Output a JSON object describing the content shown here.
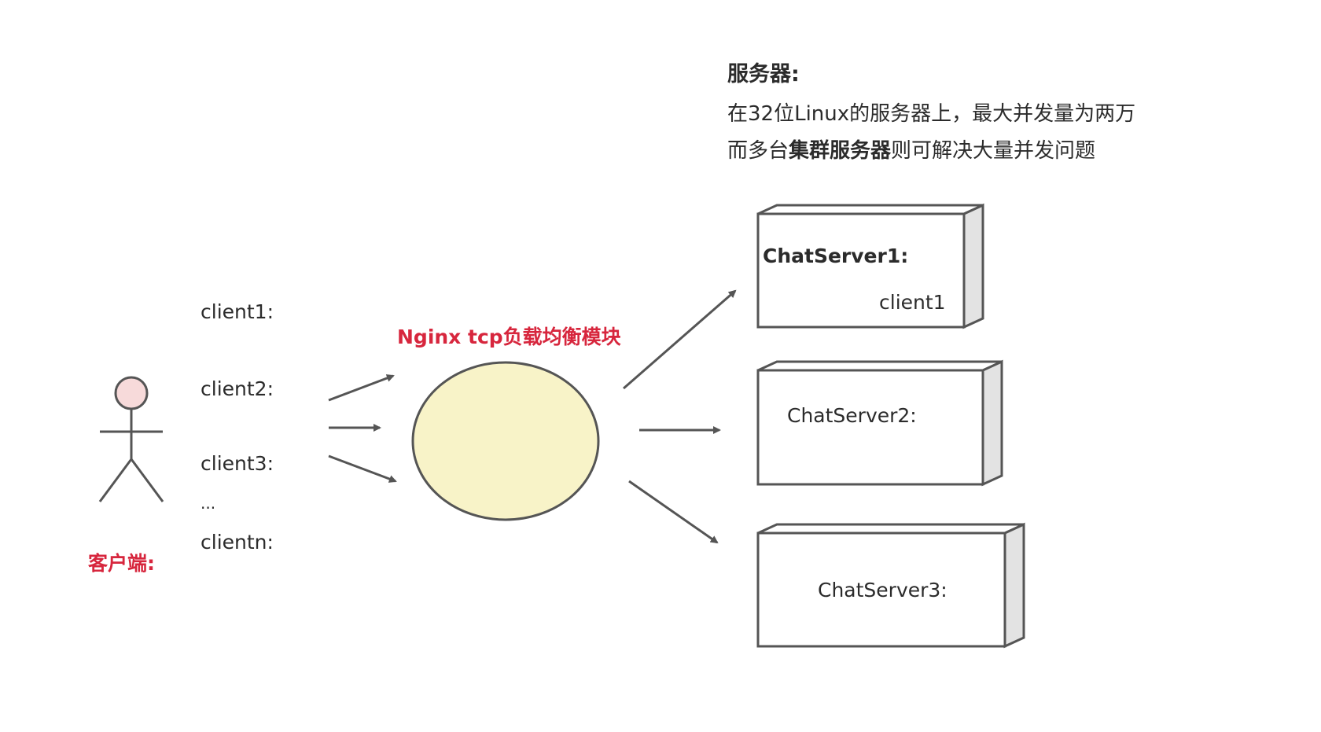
{
  "client_section": {
    "title": "客户端:",
    "clients": [
      "client1:",
      "client2:",
      "client3:",
      "...",
      "clientn:"
    ]
  },
  "load_balancer": {
    "title": "Nginx tcp负载均衡模块"
  },
  "server_section": {
    "heading": "服务器:",
    "line1": "在32位Linux的服务器上，最大并发量为两万",
    "line2_prefix": "而多台",
    "line2_bold": "集群服务器",
    "line2_suffix": "则可解决大量并发问题"
  },
  "servers": [
    {
      "name": "ChatServer1:",
      "client": "client1"
    },
    {
      "name": "ChatServer2:"
    },
    {
      "name": "ChatServer3:"
    }
  ],
  "colors": {
    "accent_red": "#d7263d",
    "stroke": "#555555",
    "ellipse_fill": "#f8f3c8",
    "head_fill": "#f7dada",
    "box_side": "#e3e3e3"
  }
}
